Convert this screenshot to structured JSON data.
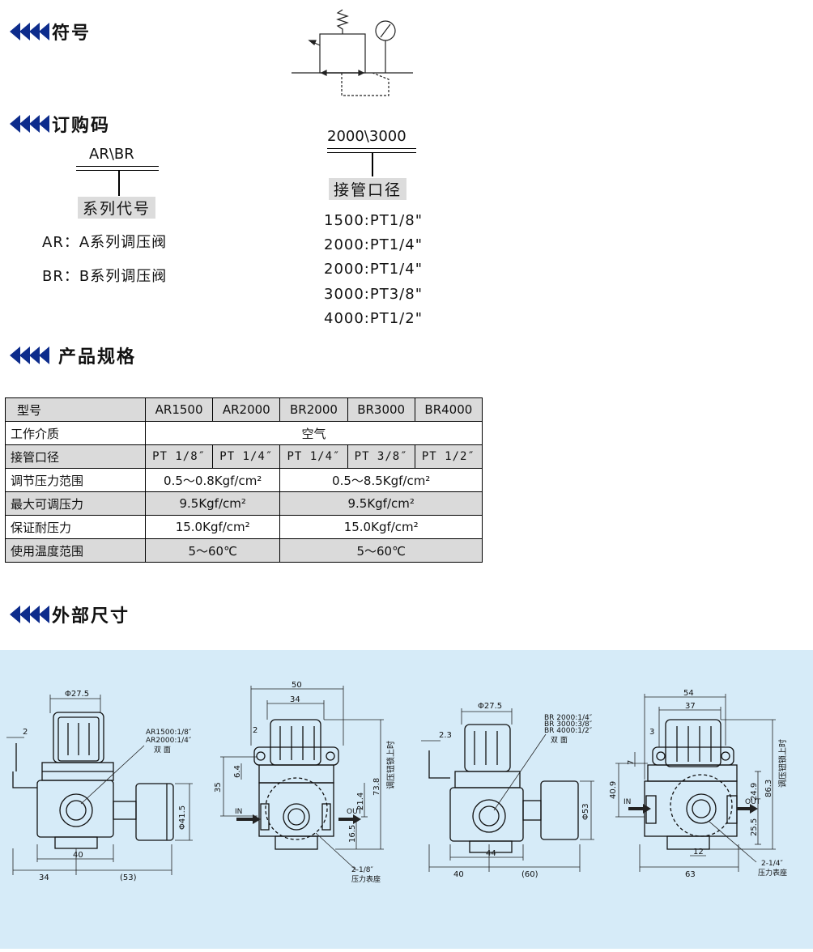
{
  "sections": {
    "symbol": "符号",
    "order_code": "订购码",
    "specs": "产品规格",
    "dimensions": "外部尺寸"
  },
  "order": {
    "series_code": "AR\\BR",
    "series_label": "系列代号",
    "series_items": [
      "AR：A系列调压阀",
      "BR：B系列调压阀"
    ],
    "port_code": "2000\\3000",
    "port_label": "接管口径",
    "port_items": [
      "1500:PT1/8\"",
      "2000:PT1/4\"",
      "2000:PT1/4\"",
      "3000:PT3/8\"",
      "4000:PT1/2\""
    ]
  },
  "table": {
    "header": [
      "型号",
      "AR1500",
      "AR2000",
      "BR2000",
      "BR3000",
      "BR4000"
    ],
    "medium_label": "工作介质",
    "medium_value": "空气",
    "port_label": "接管口径",
    "ports": [
      "PT 1/8″",
      "PT 1/4″",
      "PT 1/4″",
      "PT 3/8″",
      "PT 1/2″"
    ],
    "range_label": "调节压力范围",
    "range_a": "0.5～0.8Kgf/cm²",
    "range_b": "0.5～8.5Kgf/cm²",
    "max_label": "最大可调压力",
    "max_a": "9.5Kgf/cm²",
    "max_b": "9.5Kgf/cm²",
    "proof_label": "保证耐压力",
    "proof_a": "15.0Kgf/cm²",
    "proof_b": "15.0Kgf/cm²",
    "temp_label": "使用温度范围",
    "temp_a": "5～60℃",
    "temp_b": "5～60℃"
  },
  "drawings": {
    "d1": {
      "phi_top": "Φ27.5",
      "gap": "2",
      "note1": "AR1500:1/8″",
      "note2": "AR2000:1/4″",
      "note3": "双  面",
      "phi_gauge": "Φ41.5",
      "b1": "34",
      "b2": "40",
      "b3": "(53)"
    },
    "d2": {
      "w1": "50",
      "w2": "34",
      "gap": "2",
      "h1": "6.4",
      "h2": "35",
      "h3": "73.8",
      "h4": "21.4",
      "h5": "16.5",
      "in": "IN",
      "out": "OUT",
      "side": "调压钮锁上时",
      "note1": "2-1/8″",
      "note2": "压力表座"
    },
    "d3": {
      "phi_top": "Φ27.5",
      "gap": "2.3",
      "note1": "BR 2000:1/4″",
      "note2": "BR 3000:3/8″",
      "note3": "BR 4000:1/2″",
      "note4": "双  面",
      "phi_gauge": "Φ53",
      "b1": "40",
      "b2": "44",
      "b3": "(60)"
    },
    "d4": {
      "w1": "54",
      "w2": "37",
      "gap": "3",
      "h1": "7",
      "h2": "40.9",
      "h3": "86.3",
      "h4": "24.9",
      "h5": "25.5",
      "b1": "12",
      "b2": "63",
      "in": "IN",
      "out": "OUT",
      "side": "调压钮锁上时",
      "note1": "2-1/4″",
      "note2": "压力表座"
    }
  },
  "colors": {
    "accent": "#0d2c8c",
    "panel": "#d6ebf8",
    "shade": "#dadada"
  }
}
